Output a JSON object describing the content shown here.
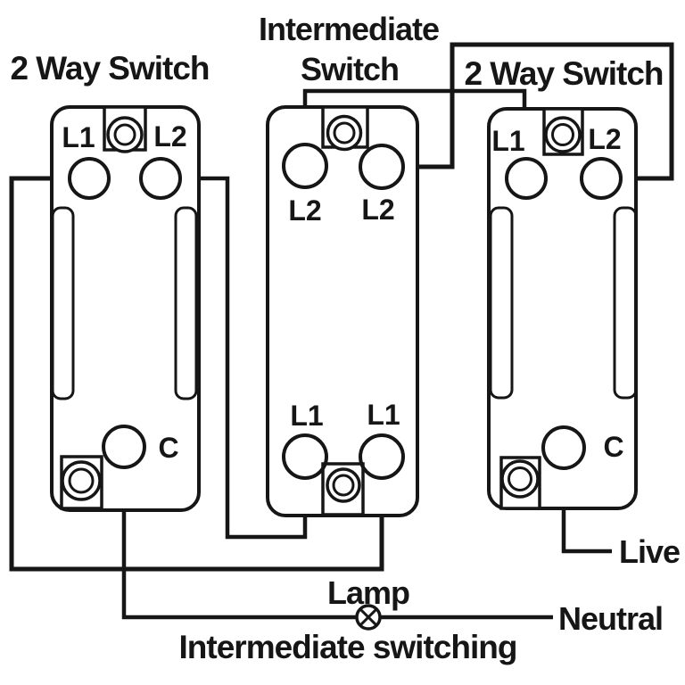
{
  "diagram": {
    "caption": "Intermediate switching",
    "colors": {
      "line": "#161616",
      "background": "#ffffff"
    },
    "switches": {
      "left": {
        "title": "2 Way Switch",
        "terminals": {
          "top_left": "L1",
          "top_right": "L2",
          "bottom": "C"
        }
      },
      "middle": {
        "title_line1": "Intermediate",
        "title_line2": "Switch",
        "terminals": {
          "top_left": "L2",
          "top_right": "L2",
          "bottom_left": "L1",
          "bottom_right": "L1"
        }
      },
      "right": {
        "title": "2 Way Switch",
        "terminals": {
          "top_left": "L1",
          "top_right": "L2",
          "bottom": "C"
        }
      }
    },
    "annotations": {
      "lamp": "Lamp",
      "live": "Live",
      "neutral": "Neutral"
    }
  }
}
